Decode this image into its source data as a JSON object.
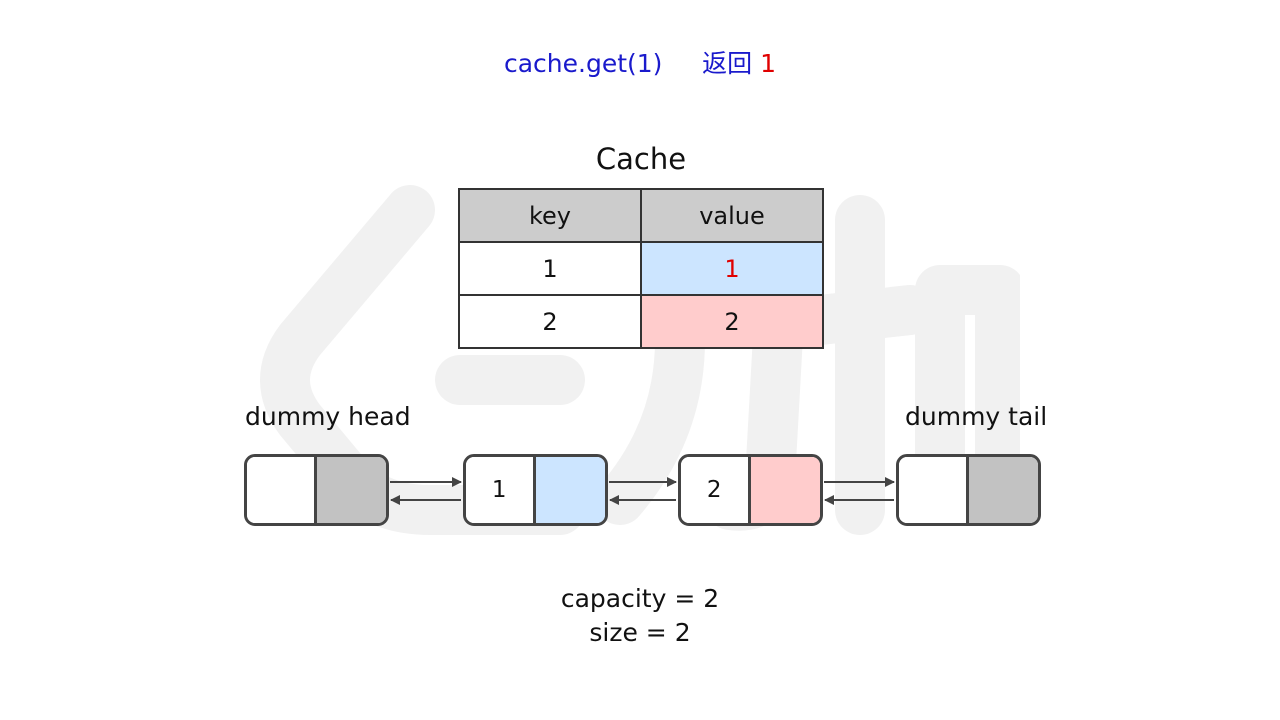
{
  "operation": {
    "call": "cache.get(1)",
    "returns_label": "返回",
    "returns_value": "1"
  },
  "cache": {
    "title": "Cache",
    "headers": {
      "key": "key",
      "value": "value"
    },
    "rows": [
      {
        "key": "1",
        "value": "1"
      },
      {
        "key": "2",
        "value": "2"
      }
    ]
  },
  "list": {
    "head_label": "dummy head",
    "tail_label": "dummy tail",
    "nodes": [
      {
        "key": ""
      },
      {
        "key": "1"
      },
      {
        "key": "2"
      },
      {
        "key": ""
      }
    ]
  },
  "info": {
    "capacity": "capacity = 2",
    "size": "size = 2"
  },
  "colors": {
    "operation_text": "#1a1acc",
    "highlight_red": "#e00000",
    "entry1_blue": "#cce5ff",
    "entry2_pink": "#ffcccc",
    "dummy_gray": "#c2c2c2",
    "header_gray": "#cccccc"
  }
}
